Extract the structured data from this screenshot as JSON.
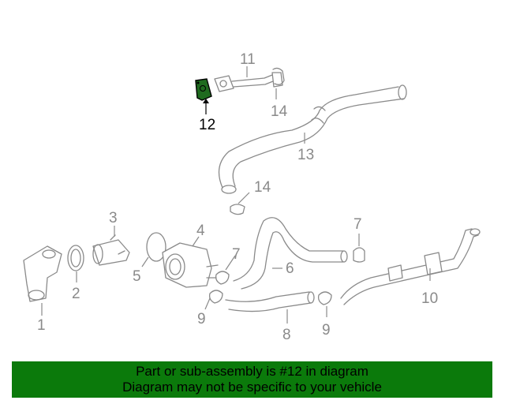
{
  "diagram": {
    "callouts": [
      "1",
      "2",
      "3",
      "4",
      "5",
      "6",
      "7",
      "7",
      "8",
      "9",
      "9",
      "10",
      "11",
      "12",
      "13",
      "14",
      "14"
    ],
    "highlighted_part": "12",
    "highlight_color": "#1f6b1f"
  },
  "banner": {
    "line1": "Part or sub-assembly is #12 in diagram",
    "line2": "Diagram may not be specific to your vehicle",
    "background": "#0b7a0b"
  }
}
